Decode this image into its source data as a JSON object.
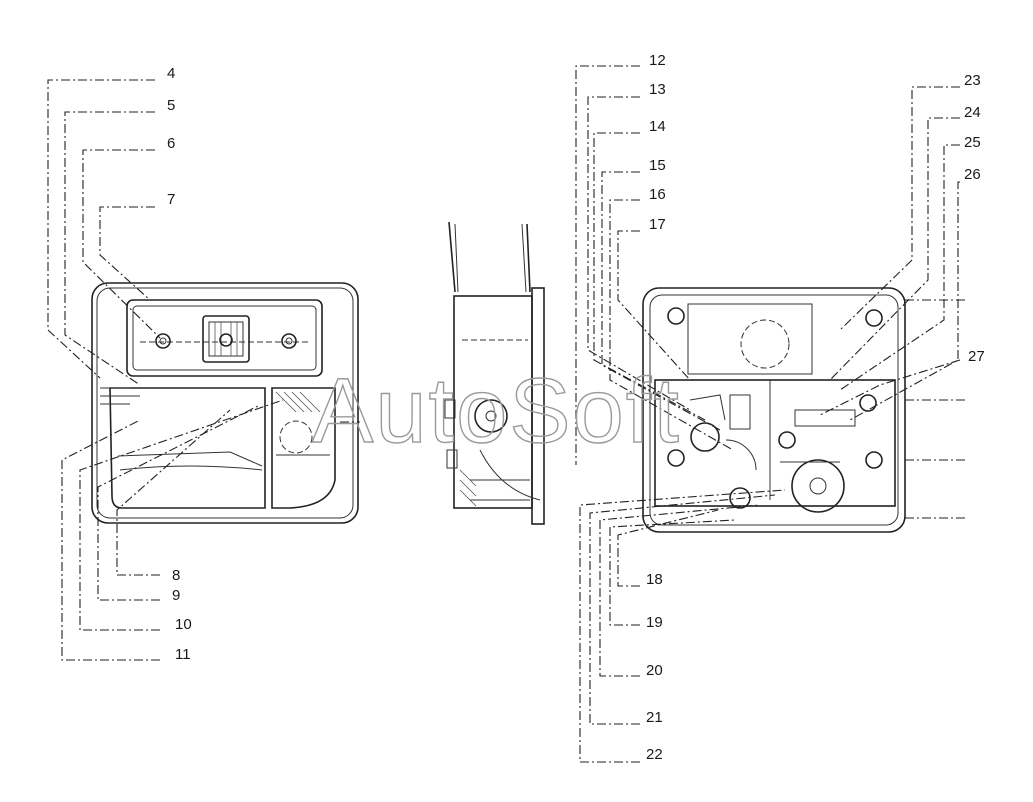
{
  "watermark": "AutoSoft",
  "callouts": [
    "4",
    "5",
    "6",
    "7",
    "8",
    "9",
    "10",
    "11",
    "12",
    "13",
    "14",
    "15",
    "16",
    "17",
    "18",
    "19",
    "20",
    "21",
    "22",
    "23",
    "24",
    "25",
    "26",
    "27"
  ],
  "colors": {
    "line": "#222222",
    "background": "#ffffff",
    "watermark": "#9a9a9a"
  }
}
